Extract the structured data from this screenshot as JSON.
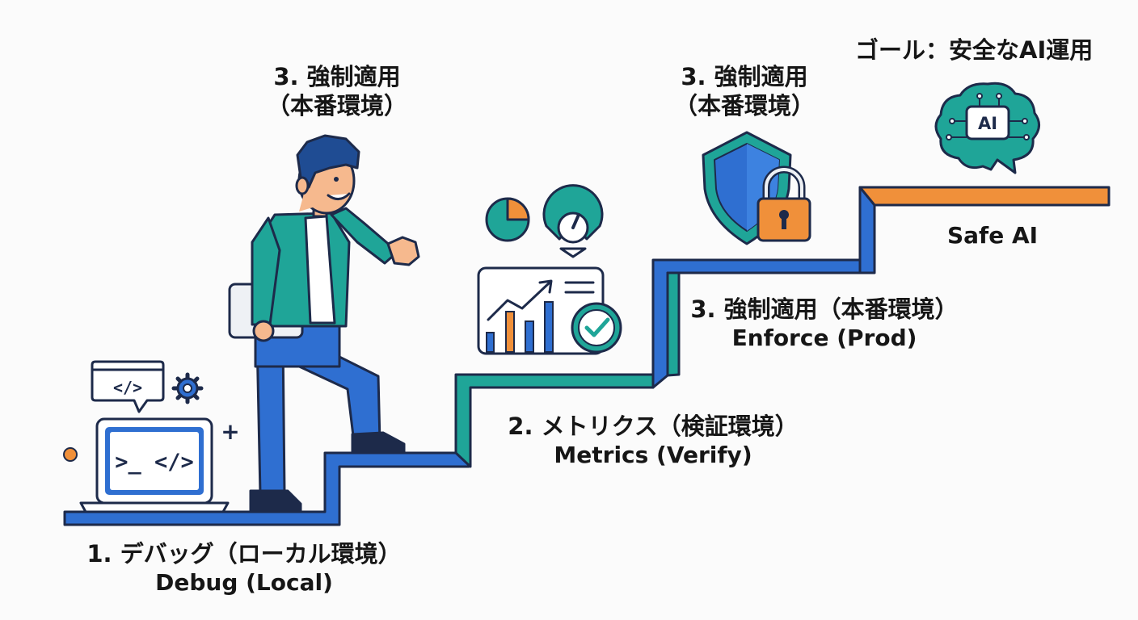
{
  "goal": {
    "title": "ゴール：安全なAI運用",
    "brain_text": "AI",
    "caption": "Safe AI"
  },
  "steps": [
    {
      "jp": "1. デバッグ（ローカル環境）",
      "en": "Debug (Local)"
    },
    {
      "jp": "2. メトリクス（検証環境）",
      "en": "Metrics (Verify)"
    },
    {
      "jp": "3. 強制適用（本番環境）",
      "en": "Enforce (Prod)"
    }
  ],
  "callouts": [
    {
      "line1": "3. 強制適用",
      "line2": "（本番環境）"
    },
    {
      "line1": "3. 強制適用",
      "line2": "（本番環境）"
    }
  ],
  "icons": {
    "code_bubble": "</>",
    "laptop_screen": ">_ </>",
    "plus": "+"
  },
  "colors": {
    "blue": "#2f6fd1",
    "teal": "#1fa598",
    "orange": "#f0903a",
    "navy": "#1d2a4a",
    "skin": "#f6b98e",
    "hair": "#1f4c93"
  }
}
